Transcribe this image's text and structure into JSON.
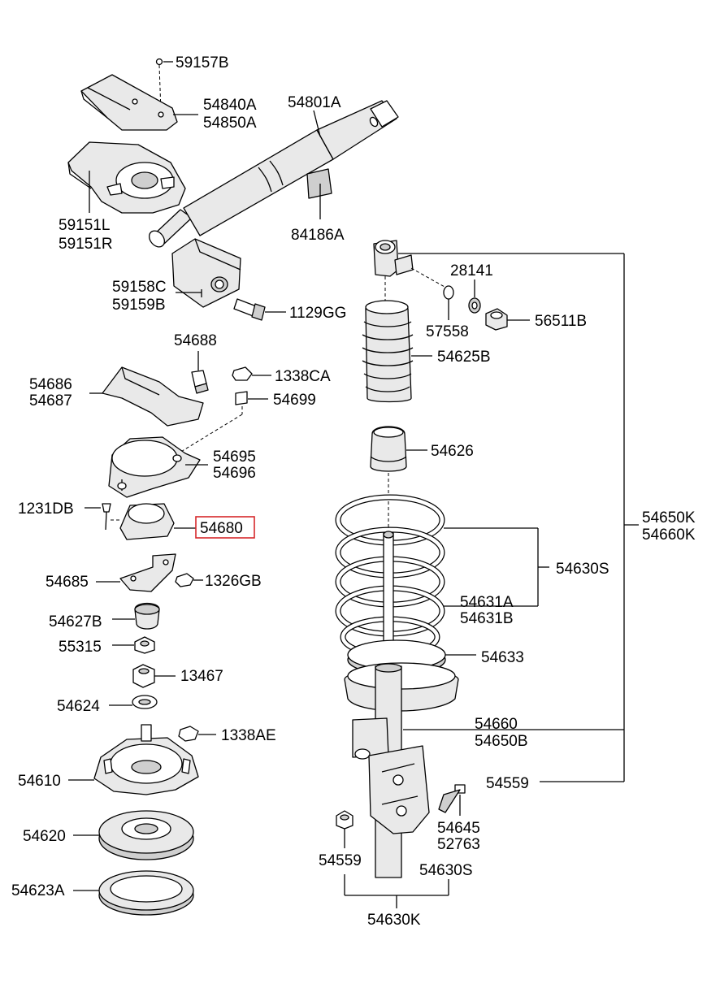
{
  "diagram": {
    "labels": {
      "l59157B": "59157B",
      "l54840A": "54840A",
      "l54850A": "54850A",
      "l54801A": "54801A",
      "l59151L": "59151L",
      "l59151R": "59151R",
      "l84186A": "84186A",
      "l28141": "28141",
      "l59158C": "59158C",
      "l59159B": "59159B",
      "l1129GG": "1129GG",
      "l57558": "57558",
      "l56511B": "56511B",
      "l54688": "54688",
      "l54625B": "54625B",
      "l54686": "54686",
      "l54687": "54687",
      "l1338CA": "1338CA",
      "l54699": "54699",
      "l54626": "54626",
      "l54695": "54695",
      "l54696": "54696",
      "l1231DB": "1231DB",
      "l54680": "54680",
      "l54650K": "54650K",
      "l54660K": "54660K",
      "l54630S_top": "54630S",
      "l54685": "54685",
      "l1326GB": "1326GB",
      "l54631A": "54631A",
      "l54631B": "54631B",
      "l54627B": "54627B",
      "l55315": "55315",
      "l54633": "54633",
      "l13467": "13467",
      "l54624": "54624",
      "l54660": "54660",
      "l54650B": "54650B",
      "l1338AE": "1338AE",
      "l54610": "54610",
      "l54559_right": "54559",
      "l54620": "54620",
      "l54645": "54645",
      "l52763": "52763",
      "l54559_bottom": "54559",
      "l54630S_bottom": "54630S",
      "l54623A": "54623A",
      "l54630K": "54630K"
    },
    "highlighted_part": "54680",
    "highlight_color": "#d6282b"
  }
}
